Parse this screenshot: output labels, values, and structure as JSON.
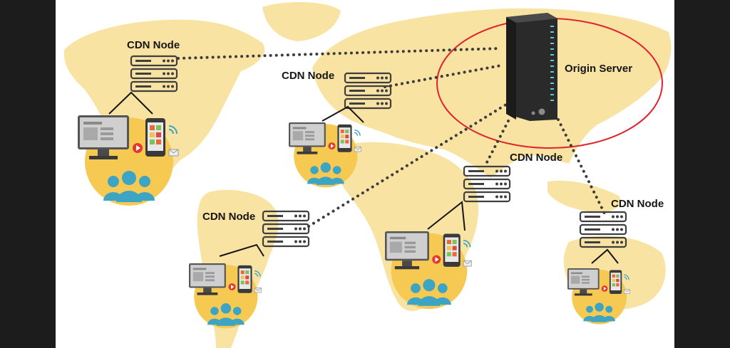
{
  "diagram": {
    "origin_label": "Origin Server",
    "cdn_labels": [
      "CDN Node",
      "CDN Node",
      "CDN Node",
      "CDN Node",
      "CDN Node"
    ]
  },
  "colors": {
    "map": "#f9e3a3",
    "circle": "#f6ca52",
    "people": "#3ea4c4",
    "server": "#2a2a2a",
    "server_panel": "#4b4b4b",
    "server_led": "#5ec7d6",
    "origin_ring": "#e0232d",
    "dots": "#3c3c3c",
    "stack": "#3f3f3f",
    "monitor": "#bdbdbd",
    "play": "#e23a2e"
  },
  "icons": [
    "server-stack-icon",
    "desktop-icon",
    "phone-icon",
    "people-icon",
    "play-icon",
    "wifi-icon",
    "mail-icon"
  ]
}
